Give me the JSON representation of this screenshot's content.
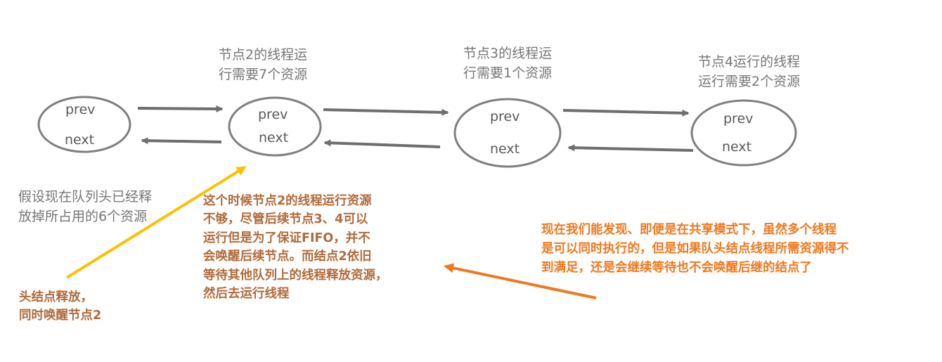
{
  "nodes": [
    {
      "prev": "prev",
      "next": "next",
      "caption": []
    },
    {
      "prev": "prev",
      "next": "next",
      "caption": [
        "节点2的线程运",
        "行需要7个资源"
      ]
    },
    {
      "prev": "prev",
      "next": "next",
      "caption": [
        "节点3的线程运",
        "行需要1个资源"
      ]
    },
    {
      "prev": "prev",
      "next": "next",
      "caption": [
        "节点4运行的线程",
        "运行需要2个资源"
      ]
    }
  ],
  "head_note": [
    "假设现在队列头已经释",
    "放掉所占用的6个资源"
  ],
  "release_note": [
    "头结点释放，",
    "同时唤醒节点2"
  ],
  "middle_note": [
    "这个时候节点2的线程运行资源",
    "不够，尽管后续节点3、4可以",
    "运行但是为了保证FIFO，并不",
    "会唤醒后续节点。而结点2依旧",
    "等待其他队列上的线程释放资源，",
    "然后去运行线程"
  ],
  "conclusion_note": [
    "现在我们能发现、即便是在共享模式下，虽然多个线程",
    "是可以同时执行的，但是如果队头结点线程所需资源得不",
    "到满足，还是会继续等待也不会唤醒后继的结点了"
  ],
  "colors": {
    "node_stroke": "#7f7f7f",
    "link_arrow": "#6e6e6e",
    "gray_text": "#767676",
    "brown_text": "#b06a3a",
    "orange": "#f0781e",
    "yellow": "#ffc000"
  }
}
